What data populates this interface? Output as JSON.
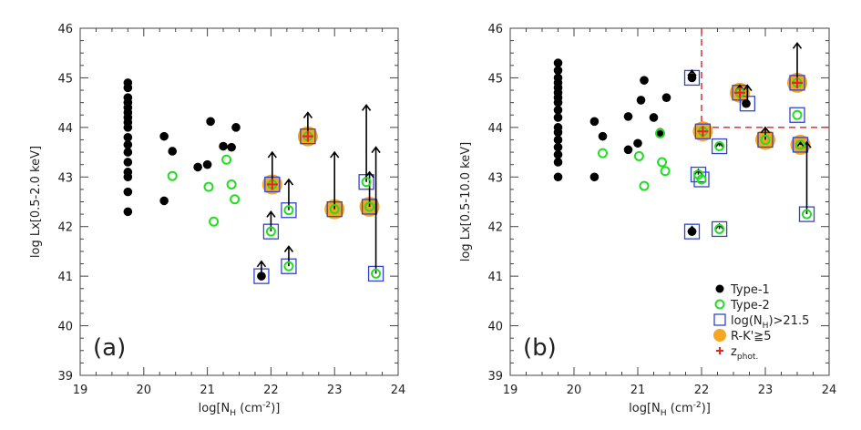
{
  "chart_data": [
    {
      "type": "scatter",
      "panel_label": "(a)",
      "xlabel": "log[N_H (cm^-2)]",
      "ylabel": "log Lx[0.5-2.0 keV]",
      "xlim": [
        19,
        24
      ],
      "ylim": [
        39,
        46
      ],
      "xticks": [
        "19",
        "20",
        "21",
        "22",
        "23",
        "24"
      ],
      "yticks": [
        "39",
        "40",
        "41",
        "42",
        "43",
        "44",
        "45",
        "46"
      ],
      "grid": false,
      "series": [
        {
          "name": "Type-1",
          "points": [
            [
              19.75,
              44.9
            ],
            [
              19.75,
              44.8
            ],
            [
              19.75,
              44.6
            ],
            [
              19.75,
              44.5
            ],
            [
              19.75,
              44.4
            ],
            [
              19.75,
              44.3
            ],
            [
              19.75,
              44.2
            ],
            [
              19.75,
              44.1
            ],
            [
              19.75,
              44.0
            ],
            [
              19.75,
              43.8
            ],
            [
              19.75,
              43.65
            ],
            [
              19.75,
              43.5
            ],
            [
              19.75,
              43.3
            ],
            [
              19.75,
              43.1
            ],
            [
              19.75,
              43.0
            ],
            [
              19.75,
              42.7
            ],
            [
              19.75,
              42.3
            ],
            [
              20.32,
              43.82
            ],
            [
              20.45,
              43.52
            ],
            [
              20.32,
              42.52
            ],
            [
              20.85,
              43.2
            ],
            [
              21.0,
              43.25
            ],
            [
              21.05,
              44.12
            ],
            [
              21.25,
              43.62
            ],
            [
              21.38,
              43.6
            ],
            [
              21.45,
              44.0
            ],
            [
              21.85,
              41.0
            ]
          ]
        },
        {
          "name": "Type-2",
          "points": [
            [
              20.45,
              43.02
            ],
            [
              21.02,
              42.8
            ],
            [
              21.1,
              42.1
            ],
            [
              21.3,
              43.35
            ],
            [
              21.38,
              42.85
            ],
            [
              21.43,
              42.55
            ],
            [
              22.0,
              41.9
            ],
            [
              22.28,
              42.33
            ],
            [
              22.28,
              41.2
            ],
            [
              22.02,
              42.85
            ],
            [
              22.58,
              43.82
            ],
            [
              23.0,
              42.35
            ],
            [
              23.5,
              42.9
            ],
            [
              23.55,
              42.4
            ],
            [
              23.65,
              41.05
            ]
          ]
        },
        {
          "name": "log(N_H)>21.5",
          "points": [
            [
              21.85,
              41.0
            ],
            [
              22.0,
              41.9
            ],
            [
              22.28,
              42.33
            ],
            [
              22.28,
              41.2
            ],
            [
              22.02,
              42.85
            ],
            [
              22.58,
              43.82
            ],
            [
              23.0,
              42.35
            ],
            [
              23.5,
              42.9
            ],
            [
              23.55,
              42.4
            ],
            [
              23.65,
              41.05
            ]
          ]
        },
        {
          "name": "R-K'≥5",
          "points": [
            [
              22.02,
              42.85
            ],
            [
              22.58,
              43.82
            ],
            [
              23.0,
              42.35
            ],
            [
              23.55,
              42.4
            ]
          ]
        },
        {
          "name": "z_phot.",
          "points": [
            [
              22.02,
              42.85
            ],
            [
              22.58,
              43.82
            ]
          ]
        }
      ],
      "upper_limits": [
        [
          21.85,
          41.0,
          41.3
        ],
        [
          22.0,
          41.9,
          42.3
        ],
        [
          22.28,
          42.33,
          42.95
        ],
        [
          22.28,
          41.2,
          41.6
        ],
        [
          22.02,
          42.85,
          43.5
        ],
        [
          22.58,
          43.82,
          44.3
        ],
        [
          23.0,
          42.35,
          43.5
        ],
        [
          23.5,
          42.9,
          44.45
        ],
        [
          23.55,
          42.4,
          43.1
        ],
        [
          23.65,
          41.05,
          43.6
        ]
      ]
    },
    {
      "type": "scatter",
      "panel_label": "(b)",
      "xlabel": "log[N_H (cm^-2)]",
      "ylabel": "log Lx[0.5-10.0 keV]",
      "xlim": [
        19,
        24
      ],
      "ylim": [
        39,
        46
      ],
      "xticks": [
        "19",
        "20",
        "21",
        "22",
        "23",
        "24"
      ],
      "yticks": [
        "39",
        "40",
        "41",
        "42",
        "43",
        "44",
        "45",
        "46"
      ],
      "grid": false,
      "reference_lines": {
        "x": 22,
        "y": 44
      },
      "series": [
        {
          "name": "Type-1",
          "points": [
            [
              19.75,
              45.3
            ],
            [
              19.75,
              45.15
            ],
            [
              19.75,
              45.0
            ],
            [
              19.75,
              44.9
            ],
            [
              19.75,
              44.8
            ],
            [
              19.75,
              44.7
            ],
            [
              19.75,
              44.6
            ],
            [
              19.75,
              44.5
            ],
            [
              19.75,
              44.35
            ],
            [
              19.75,
              44.2
            ],
            [
              19.75,
              44.0
            ],
            [
              19.75,
              43.9
            ],
            [
              19.75,
              43.75
            ],
            [
              19.75,
              43.6
            ],
            [
              19.75,
              43.45
            ],
            [
              19.75,
              43.3
            ],
            [
              19.75,
              43.0
            ],
            [
              20.32,
              44.12
            ],
            [
              20.45,
              43.82
            ],
            [
              20.32,
              43.0
            ],
            [
              20.85,
              44.22
            ],
            [
              20.85,
              43.55
            ],
            [
              21.0,
              43.68
            ],
            [
              21.05,
              44.55
            ],
            [
              21.1,
              44.95
            ],
            [
              21.25,
              44.2
            ],
            [
              21.35,
              43.9
            ],
            [
              21.45,
              44.6
            ],
            [
              21.85,
              45.0
            ],
            [
              21.85,
              41.9
            ],
            [
              22.7,
              44.48
            ]
          ]
        },
        {
          "name": "Type-2",
          "points": [
            [
              20.45,
              43.48
            ],
            [
              21.02,
              43.42
            ],
            [
              21.1,
              42.82
            ],
            [
              21.35,
              43.88
            ],
            [
              21.38,
              43.3
            ],
            [
              21.43,
              43.12
            ],
            [
              21.95,
              43.05
            ],
            [
              22.0,
              42.95
            ],
            [
              22.28,
              43.62
            ],
            [
              22.28,
              41.95
            ],
            [
              22.02,
              43.92
            ],
            [
              22.6,
              44.7
            ],
            [
              23.0,
              43.75
            ],
            [
              23.5,
              44.25
            ],
            [
              23.5,
              44.9
            ],
            [
              23.55,
              43.65
            ],
            [
              23.65,
              42.25
            ]
          ]
        },
        {
          "name": "log(N_H)>21.5",
          "points": [
            [
              21.85,
              45.0
            ],
            [
              21.85,
              41.9
            ],
            [
              21.95,
              43.05
            ],
            [
              22.0,
              42.95
            ],
            [
              22.28,
              43.62
            ],
            [
              22.28,
              41.95
            ],
            [
              22.02,
              43.92
            ],
            [
              22.6,
              44.7
            ],
            [
              22.72,
              44.48
            ],
            [
              23.0,
              43.75
            ],
            [
              23.5,
              44.25
            ],
            [
              23.5,
              44.9
            ],
            [
              23.55,
              43.65
            ],
            [
              23.65,
              42.25
            ]
          ]
        },
        {
          "name": "R-K'≥5",
          "points": [
            [
              22.02,
              43.92
            ],
            [
              22.6,
              44.7
            ],
            [
              23.0,
              43.75
            ],
            [
              23.5,
              44.9
            ],
            [
              23.55,
              43.65
            ]
          ]
        },
        {
          "name": "z_phot.",
          "points": [
            [
              22.02,
              43.92
            ],
            [
              22.6,
              44.7
            ],
            [
              23.5,
              44.9
            ]
          ]
        }
      ],
      "upper_limits": [
        [
          21.85,
          45.0,
          45.15
        ],
        [
          21.85,
          41.9,
          42.0
        ],
        [
          21.95,
          43.05,
          43.15
        ],
        [
          22.28,
          43.62,
          43.7
        ],
        [
          22.28,
          41.95,
          42.05
        ],
        [
          22.6,
          44.7,
          44.85
        ],
        [
          22.72,
          44.48,
          44.85
        ],
        [
          23.0,
          43.75,
          44.0
        ],
        [
          23.5,
          44.9,
          45.7
        ],
        [
          23.55,
          43.65,
          43.7
        ],
        [
          23.65,
          42.25,
          43.7
        ]
      ]
    }
  ],
  "legend": {
    "placement": "bottom-right of panel (b)",
    "items": [
      {
        "marker": "type1",
        "label": "Type-1"
      },
      {
        "marker": "type2",
        "label": "Type-2"
      },
      {
        "marker": "square",
        "label": "log(N_H)>21.5"
      },
      {
        "marker": "orange",
        "label": "R-K'≧5"
      },
      {
        "marker": "plus",
        "label": "z_phot."
      }
    ]
  },
  "colors": {
    "type1": "#000000",
    "type2": "#22dd22",
    "square": "#3344cc",
    "orange": "#f5a623",
    "plus": "#ee2222",
    "refline": "#dd2222",
    "axis": "#444444"
  }
}
